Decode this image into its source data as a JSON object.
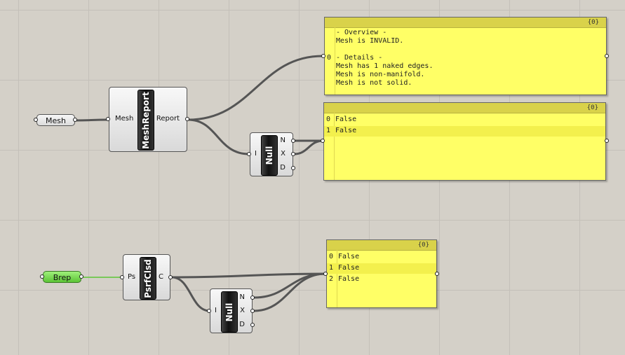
{
  "params": {
    "mesh": "Mesh",
    "brep": "Brep"
  },
  "components": {
    "mesh_report": {
      "name": "MeshReport",
      "input": "Mesh",
      "output": "Report"
    },
    "null_top": {
      "name": "Null",
      "input": "I",
      "outputs": [
        "N",
        "X",
        "D"
      ]
    },
    "psrfclsd": {
      "name": "PsrfClsd",
      "input": "Ps",
      "output": "C"
    },
    "null_bottom": {
      "name": "Null",
      "input": "I",
      "outputs": [
        "N",
        "X",
        "D"
      ]
    }
  },
  "panels": {
    "report": {
      "path": "{0}",
      "index0": "0",
      "text": "- Overview -\nMesh is INVALID.\n\n- Details -\nMesh has 1 naked edges.\nMesh is non-manifold.\nMesh is not solid."
    },
    "top_bool": {
      "path": "{0}",
      "rows": [
        {
          "i": "0",
          "v": "False"
        },
        {
          "i": "1",
          "v": "False"
        }
      ]
    },
    "bottom_bool": {
      "path": "{0}",
      "rows": [
        {
          "i": "0",
          "v": "False"
        },
        {
          "i": "1",
          "v": "False"
        },
        {
          "i": "2",
          "v": "False"
        }
      ]
    }
  },
  "colors": {
    "canvas": "#d4d0c8",
    "panel": "#ffff66",
    "panel_header": "#d9d24a",
    "wire": "#555555",
    "wire_green": "#7ac85a"
  }
}
